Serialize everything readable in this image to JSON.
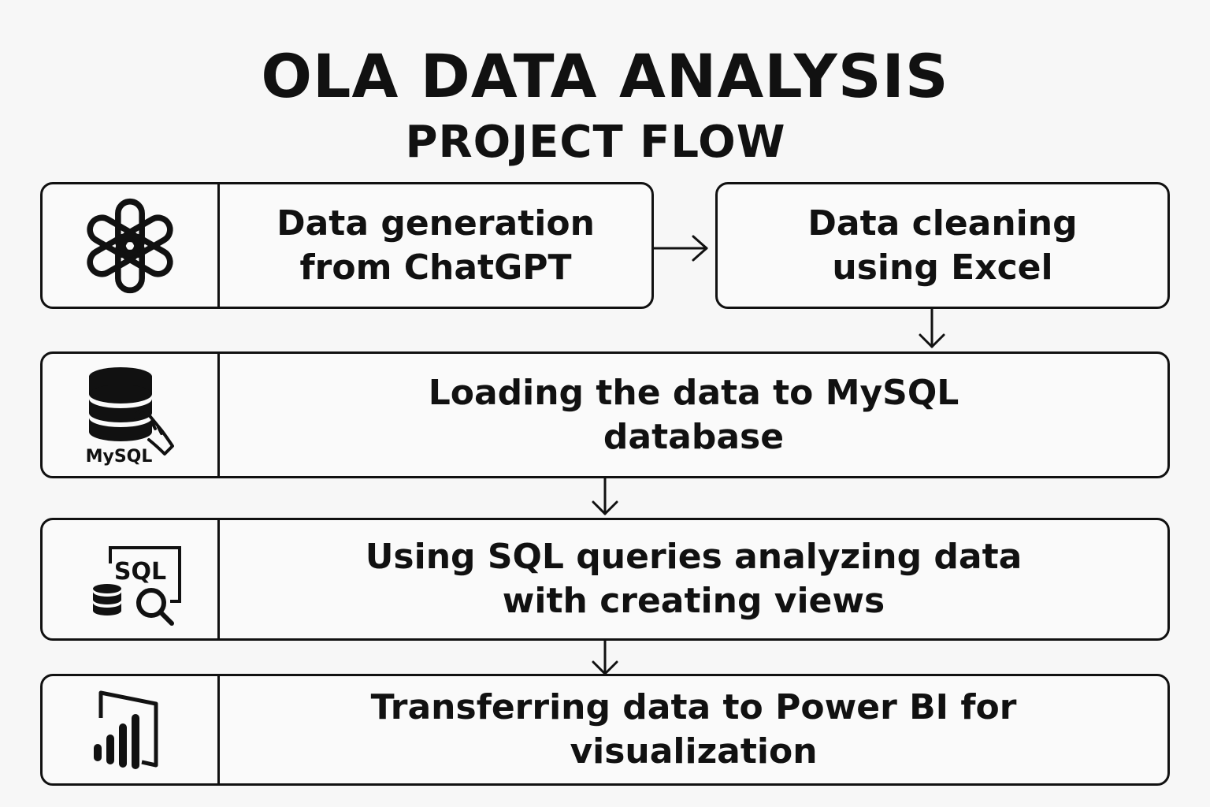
{
  "header": {
    "title": "OLA DATA ANALYSIS",
    "subtitle": "PROJECT FLOW"
  },
  "steps": [
    {
      "label_line1": "Data generation",
      "label_line2": "from ChatGPT",
      "icon": "openai-logo-icon"
    },
    {
      "label_line1": "Data cleaning",
      "label_line2": "using Excel",
      "icon": ""
    },
    {
      "label_line1": "Loading the data to MySQL",
      "label_line2": "database",
      "icon": "mysql-database-icon",
      "icon_text": "MySQL"
    },
    {
      "label_line1": "Using SQL queries analyzing data",
      "label_line2": "with creating views",
      "icon": "sql-query-icon",
      "icon_text": "SQL"
    },
    {
      "label_line1": "Transferring data to Power BI for",
      "label_line2": "visualization",
      "icon": "power-bi-icon"
    }
  ],
  "colors": {
    "stroke": "#111111",
    "background": "#f7f7f7"
  }
}
